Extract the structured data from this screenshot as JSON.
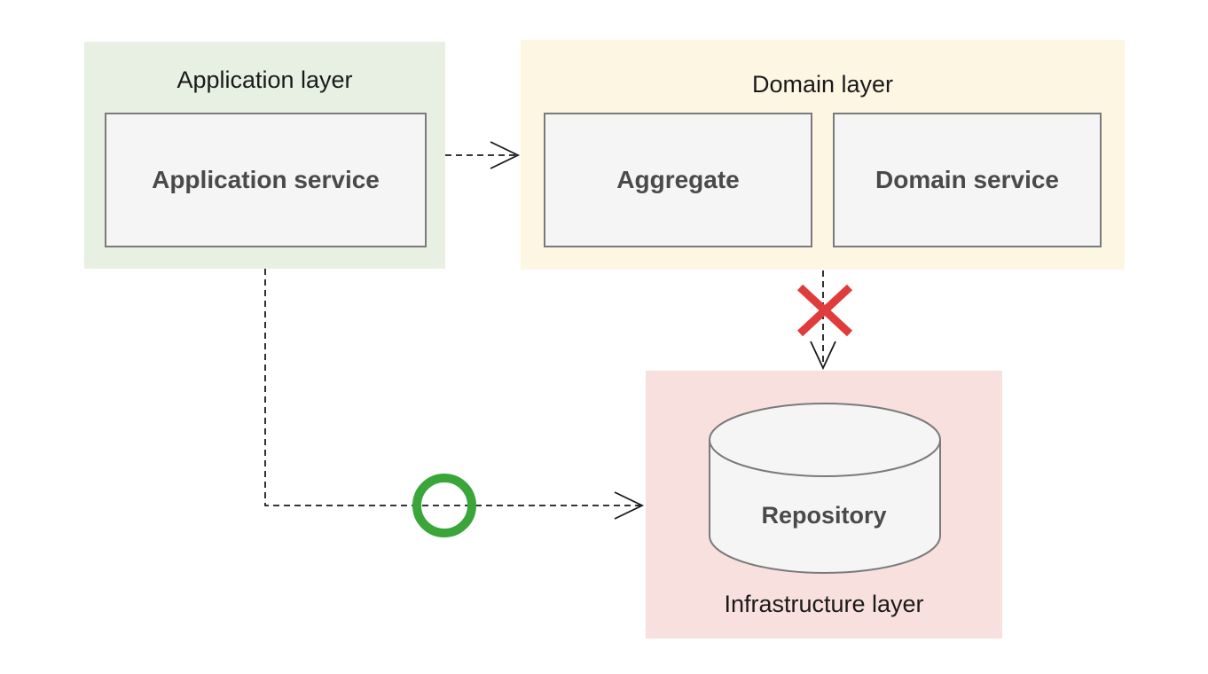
{
  "layers": {
    "application": {
      "label": "Application layer",
      "service_label": "Application service",
      "bg_color": "#e8f0e4"
    },
    "domain": {
      "label": "Domain layer",
      "aggregate_label": "Aggregate",
      "service_label": "Domain service",
      "bg_color": "#fdf6e3"
    },
    "infrastructure": {
      "label": "Infrastructure layer",
      "repository_label": "Repository",
      "bg_color": "#f8e0de"
    }
  },
  "markers": {
    "forbidden": {
      "icon": "cross-mark-icon",
      "color": "#e03c3c"
    },
    "allowed": {
      "icon": "circle-mark-icon",
      "color": "#3aa63a"
    }
  }
}
